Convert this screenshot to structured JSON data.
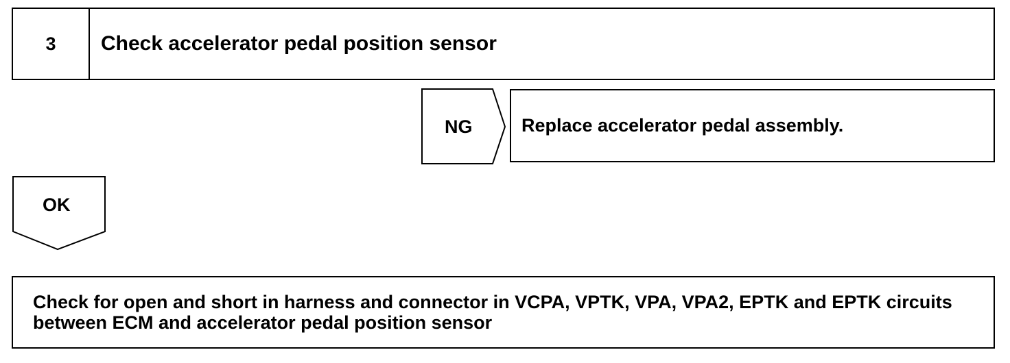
{
  "step": {
    "number": "3",
    "title": "Check accelerator pedal position sensor"
  },
  "ng_branch": {
    "label": "NG",
    "result": "Replace accelerator pedal assembly."
  },
  "ok_branch": {
    "label": "OK"
  },
  "next_step": {
    "text": "Check for open and short in harness and connector in VCPA, VPTK, VPA, VPA2, EPTK and EPTK circuits between ECM and accelerator pedal position sensor"
  }
}
